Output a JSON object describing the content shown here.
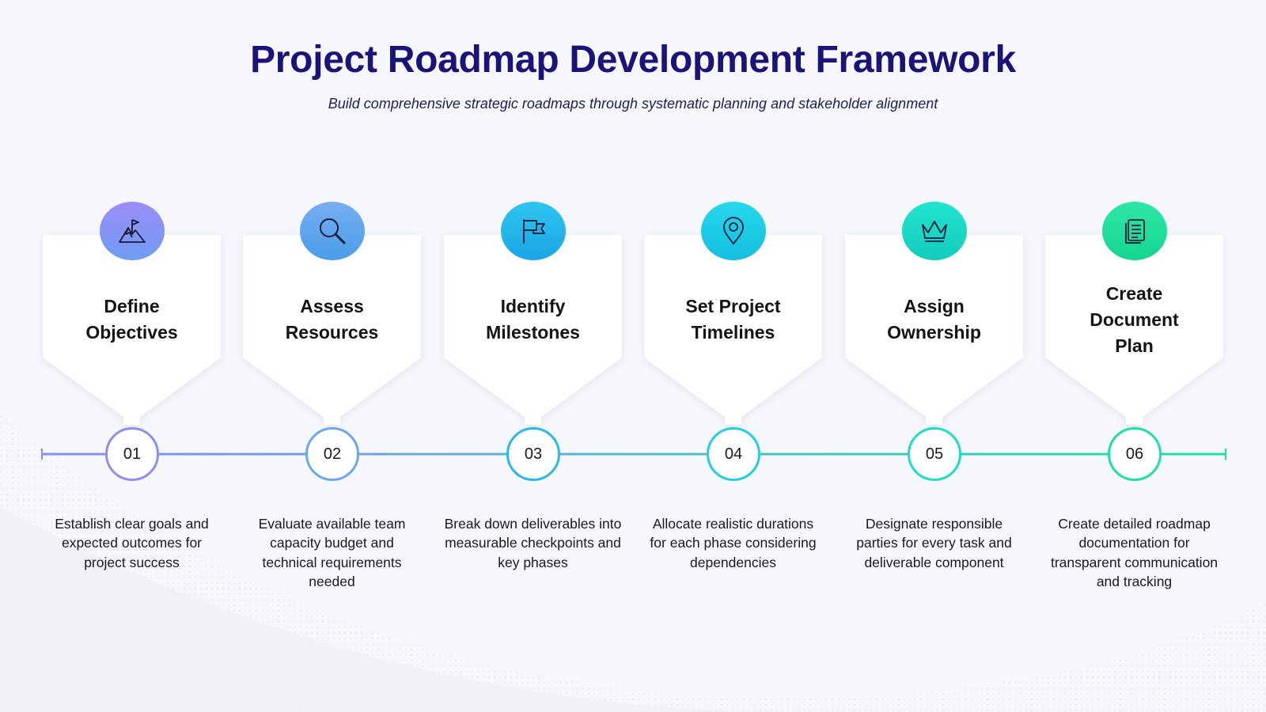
{
  "header": {
    "title": "Project Roadmap Development Framework",
    "subtitle": "Build comprehensive strategic roadmaps through systematic planning and stakeholder alignment"
  },
  "colors": {
    "title": "#1a1478",
    "timeline_start": "#8b8ff0",
    "timeline_end": "#1fe0a0"
  },
  "steps": [
    {
      "number": "01",
      "title": "Define\nObjectives",
      "description": "Establish clear goals and expected outcomes for project success",
      "icon": "mountain-flag-icon",
      "color": "#8b8ff0",
      "gradient": [
        "#9b8cf6",
        "#6f9cf2"
      ]
    },
    {
      "number": "02",
      "title": "Assess\nResources",
      "description": "Evaluate available team capacity budget and technical requirements needed",
      "icon": "magnifier-icon",
      "color": "#6aa8ee",
      "gradient": [
        "#76aef2",
        "#4b9ce8"
      ]
    },
    {
      "number": "03",
      "title": "Identify\nMilestones",
      "description": "Break down deliverables into measurable checkpoints and key phases",
      "icon": "flag-icon",
      "color": "#29b8ea",
      "gradient": [
        "#2ec5f0",
        "#1aa6e4"
      ]
    },
    {
      "number": "04",
      "title": "Set Project\nTimelines",
      "description": "Allocate realistic durations for each phase considering dependencies",
      "icon": "location-pin-icon",
      "color": "#23cde4",
      "gradient": [
        "#27d6ea",
        "#14bfe0"
      ]
    },
    {
      "number": "05",
      "title": "Assign\nOwnership",
      "description": "Designate responsible parties for every task and deliverable component",
      "icon": "crown-icon",
      "color": "#1fdcc8",
      "gradient": [
        "#23e3cf",
        "#12ccbd"
      ]
    },
    {
      "number": "06",
      "title": "Create\nDocument\nPlan",
      "description": "Create detailed roadmap documentation for transparent communication and tracking",
      "icon": "document-icon",
      "color": "#1fe0a0",
      "gradient": [
        "#2ee6a6",
        "#14d68f"
      ]
    }
  ]
}
